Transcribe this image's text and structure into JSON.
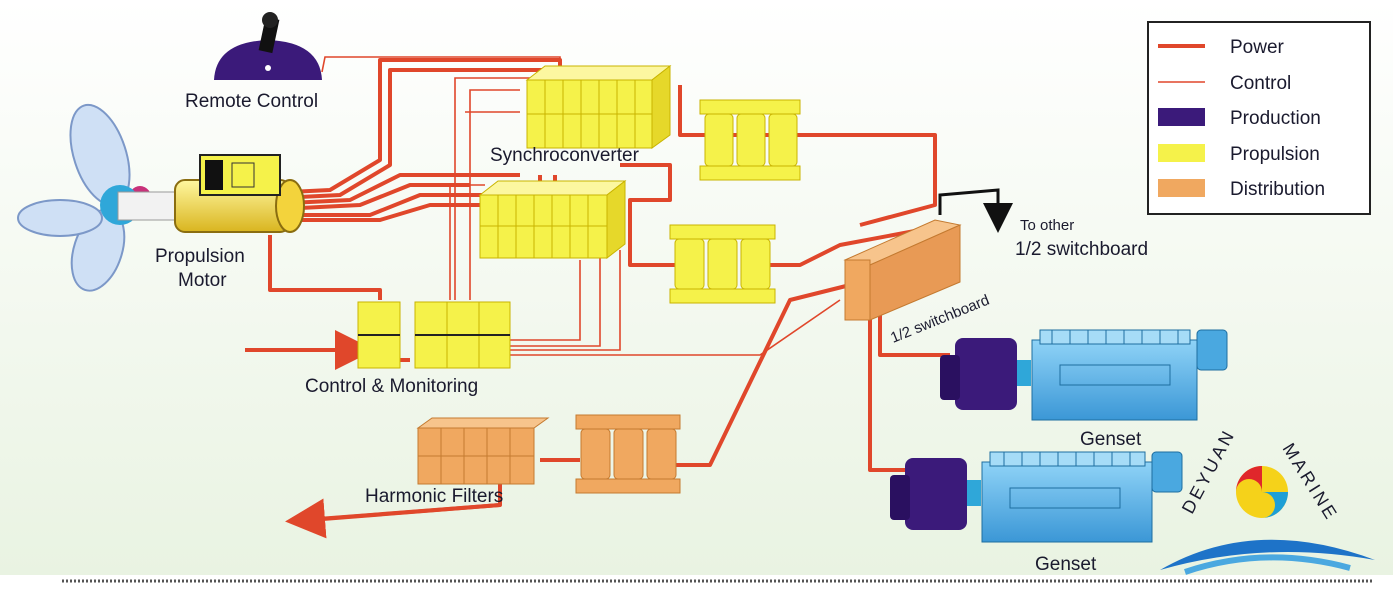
{
  "labels": {
    "remote_control": "Remote Control",
    "synchroconverter": "Synchroconverter",
    "propulsion_motor_line1": "Propulsion",
    "propulsion_motor_line2": "Motor",
    "control_monitoring": "Control & Monitoring",
    "harmonic_filters": "Harmonic Filters",
    "to_other_line1": "To other",
    "to_other_line2": "1/2 switchboard",
    "half_switchboard": "1/2 switchboard",
    "genset_upper": "Genset",
    "genset_lower": "Genset"
  },
  "legend": {
    "items": [
      {
        "label": "Power",
        "kind": "line-thick",
        "color": "#e0472b"
      },
      {
        "label": "Control",
        "kind": "line-thin",
        "color": "#e0472b"
      },
      {
        "label": "Production",
        "kind": "swatch",
        "color": "#3b1a7a"
      },
      {
        "label": "Propulsion",
        "kind": "swatch",
        "color": "#f5f24a"
      },
      {
        "label": "Distribution",
        "kind": "swatch",
        "color": "#f0a860"
      }
    ]
  },
  "brand": {
    "word1": "DEYUAN",
    "word2": "MARINE"
  },
  "colors": {
    "power": "#e0472b",
    "production": "#3b1a7a",
    "propulsion": "#f5f24a",
    "distribution": "#f0a860",
    "genset_blue": "#4aa8e0"
  }
}
